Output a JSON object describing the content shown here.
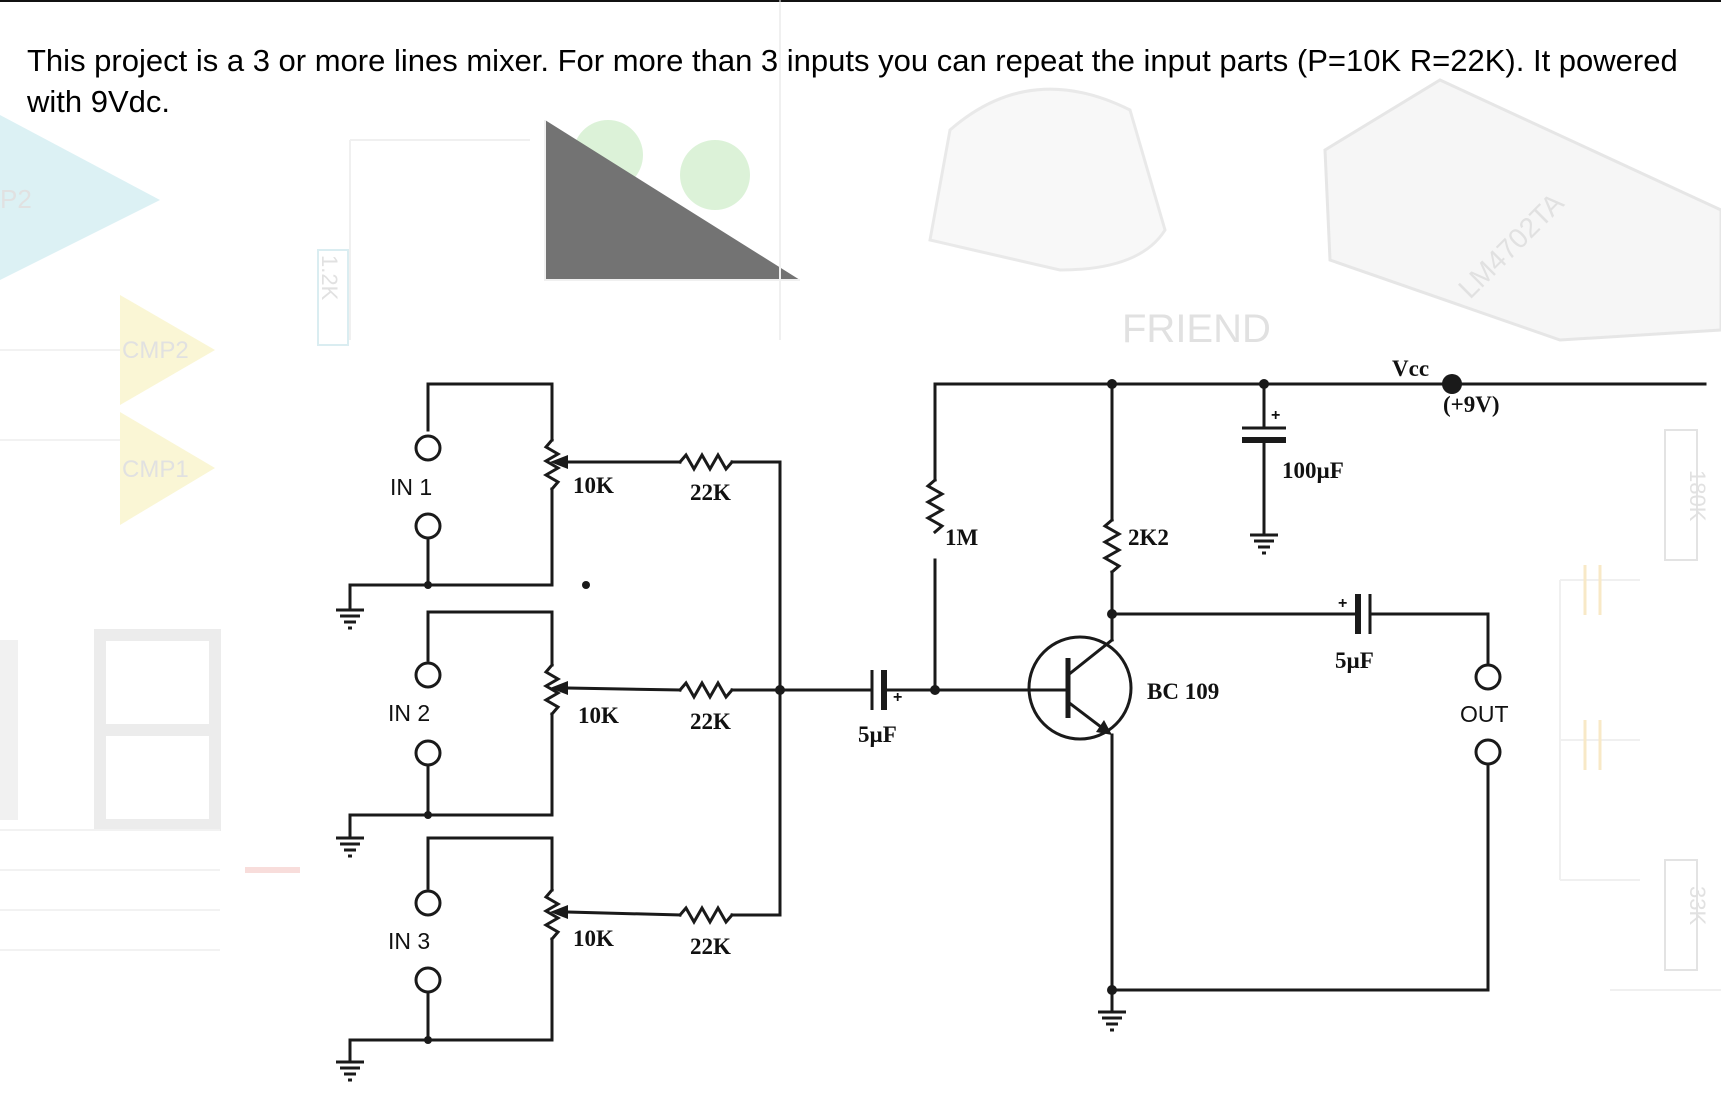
{
  "description": "This project is a 3 or more lines mixer. For more than 3 inputs you can repeat the input parts  (P=10K R=22K). It powered with 9Vdc.",
  "background_labels": {
    "cmp2": "CMP2",
    "cmp1": "CMP1",
    "p2": "P2",
    "r_1_2k": "1.2K",
    "friend": "FRIEND",
    "lm4702": "LM4702TA",
    "r_180k": "180K",
    "r_33k": "33K"
  },
  "schematic": {
    "inputs": [
      "IN 1",
      "IN 2",
      "IN 3"
    ],
    "pots": [
      "10K",
      "10K",
      "10K"
    ],
    "resistors": [
      "22K",
      "22K",
      "22K"
    ],
    "r_bias": "1M",
    "r_collector": "2K2",
    "c_input": "5µF",
    "c_supply": "100µF",
    "c_output": "5µF",
    "transistor": "BC 109",
    "vcc": "Vcc",
    "supply": "(+9V)",
    "output": "OUT"
  }
}
